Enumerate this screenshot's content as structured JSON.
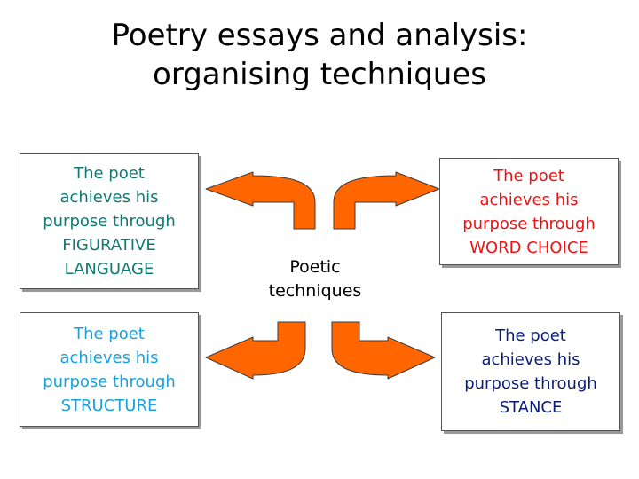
{
  "title": {
    "line1": "Poetry essays and analysis:",
    "line2": "organising techniques"
  },
  "center": {
    "line1": "Poetic",
    "line2": "techniques"
  },
  "boxes": {
    "top_left": {
      "lines": [
        "The poet",
        "achieves his",
        "purpose through",
        "FIGURATIVE",
        "LANGUAGE"
      ],
      "color": "#117a73"
    },
    "top_right": {
      "lines": [
        "The poet",
        "achieves his",
        "purpose through",
        "WORD CHOICE"
      ],
      "color": "#ee1111"
    },
    "bottom_left": {
      "lines": [
        "The poet",
        "achieves his",
        "purpose through",
        "STRUCTURE"
      ],
      "color": "#1aa0dd"
    },
    "bottom_right": {
      "lines": [
        "The poet",
        "achieves his",
        "purpose through",
        "STANCE"
      ],
      "color": "#0a1d77"
    }
  },
  "arrow_color": "#ff6600",
  "arrow_outline": "#3a3a3a"
}
